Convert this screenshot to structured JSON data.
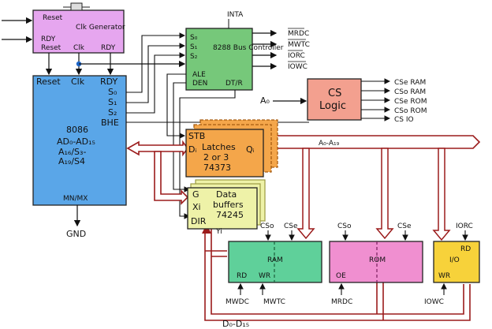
{
  "clock_generator": {
    "title": "Clk Generator",
    "pin_reset_top": "Reset",
    "pin_rdy_left": "RDY",
    "pin_reset_bottom": "Reset",
    "pin_clk": "Clk",
    "pin_rdy_right": "RDY"
  },
  "bus_controller": {
    "title": "8288 Bus Controller",
    "inta": "INTA",
    "pin_s0": "S₀",
    "pin_s1": "S₁",
    "pin_s2": "S₂",
    "pin_ale": "ALE",
    "pin_den": "DEN",
    "pin_dtr": "DT/R",
    "out_mrdc": "MRDC",
    "out_mwtc": "MWTC",
    "out_iorc": "IORC",
    "out_iowc": "IOWC"
  },
  "cpu": {
    "name": "8086",
    "pin_reset": "Reset",
    "pin_clk": "Clk",
    "pin_rdy": "RDY",
    "pin_s0": "S₀",
    "pin_s1": "S₁",
    "pin_s2": "S₂",
    "pin_bhe": "BHE",
    "pin_ad": "AD₀-AD₁₅",
    "pin_a16": "A₁₆/S₃-",
    "pin_a19": "A₁₉/S4",
    "pin_mnmx": "MN/MX",
    "gnd": "GND"
  },
  "cs_logic": {
    "title_line1": "CS",
    "title_line2": "Logic",
    "input": "A₀",
    "outputs": [
      "CSe RAM",
      "CSo RAM",
      "CSe ROM",
      "CSo ROM",
      "CS  IO"
    ]
  },
  "latches": {
    "pin_stb": "STB",
    "pin_di": "Dᵢ",
    "pin_qi": "Qᵢ",
    "line1": "Latches",
    "line2": "2 or 3",
    "line3": "74373"
  },
  "address_bus": "A₀-A₁₉",
  "buffers": {
    "pin_g": "G",
    "pin_xi": "Xi",
    "pin_dir": "DIR",
    "line1": "Data",
    "line2": "buffers",
    "line3": "74245",
    "pin_yi": "Yi"
  },
  "ram": {
    "name": "RAM",
    "cso": "CSo",
    "cse": "CSe",
    "rd": "RD",
    "wr": "WR",
    "mwdc": "MWDC",
    "mwtc": "MWTC"
  },
  "rom": {
    "name": "ROM",
    "cso": "CSo",
    "cse": "CSe",
    "oe": "OE",
    "mrdc": "MRDC"
  },
  "io": {
    "name": "I/O",
    "rd": "RD",
    "wr": "WR",
    "iorc": "IORC",
    "iowc": "IOWC"
  },
  "data_bus": "D₀-D₁₅",
  "colors": {
    "clock_fill": "#e6a6ef",
    "cpu_fill": "#5aa6e8",
    "bus_ctrl_fill": "#76c87a",
    "cs_logic_fill": "#f3a08f",
    "latch_fill": "#f4a64a",
    "buffer_fill": "#eef2a8",
    "ram_fill": "#5fd09a",
    "rom_fill": "#f08fd0",
    "io_fill": "#f7d23a",
    "bus_arrow": "#9b1b1b"
  }
}
